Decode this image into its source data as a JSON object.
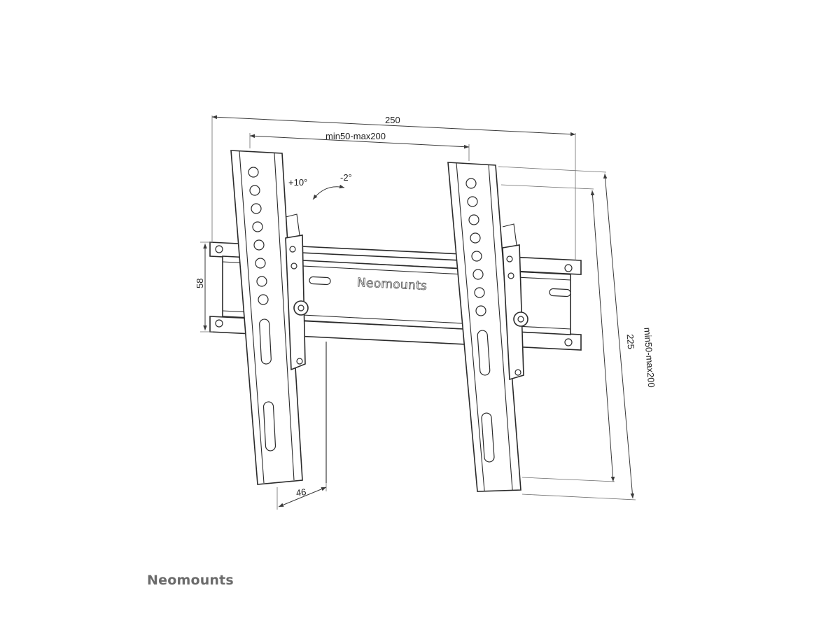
{
  "dimensions": {
    "overall_width": "250",
    "vesa_width_range": "min50-max200",
    "tilt_up": "+10°",
    "tilt_down": "-2°",
    "wall_plate_height": "58",
    "wall_distance": "46",
    "overall_height": "225",
    "vesa_height_range": "min50-max200"
  },
  "plate_brand": "Neomounts",
  "brand_logo": "Neomounts",
  "colors": {
    "line": "#2b2b2b",
    "logo": "#6b6b6b"
  }
}
